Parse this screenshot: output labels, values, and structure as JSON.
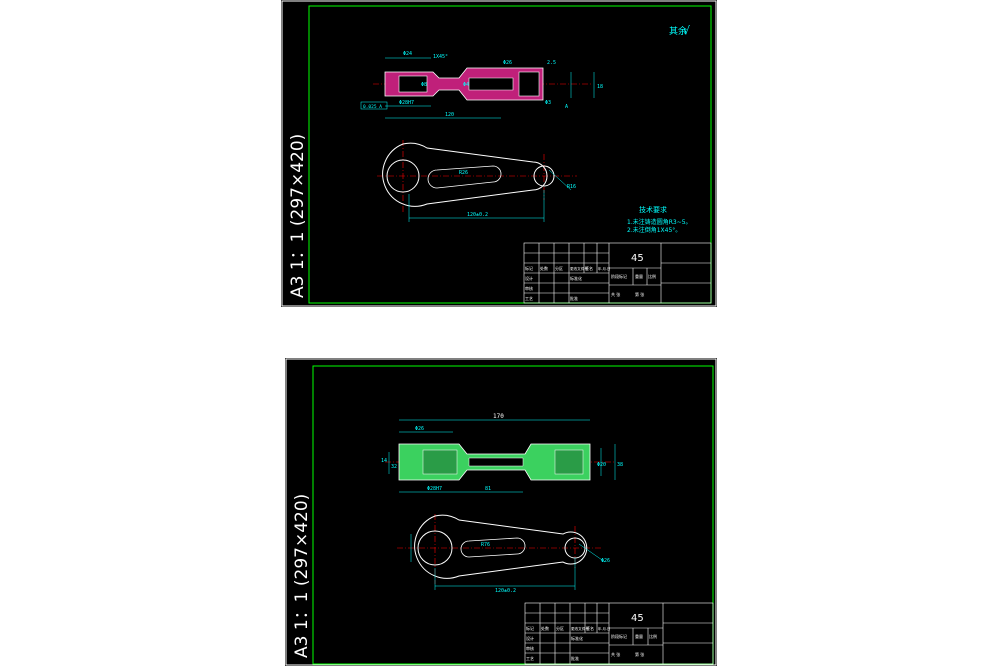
{
  "colors": {
    "background": "#000000",
    "page": "#ffffff",
    "sheet_border": "#ffffff",
    "frame": "#00ff00",
    "dimension": "#00ffff",
    "centerline": "#ff0000",
    "section_hatch_1": "#c0207a",
    "section_hatch_2": "#3bd15f",
    "outline": "#ffffff"
  },
  "sheet1": {
    "side_label": "A3 1：1 (297×420)",
    "material": "45",
    "roughness_mark": "√",
    "tech_notes_title": "技术要求",
    "tech_notes": [
      "1.未注铸造圆角R3~5。",
      "2.未注倒角1X45°。"
    ],
    "top_view_dims": [
      "Φ24",
      "1X45°",
      "Φ26",
      "Φ8",
      "Φ4",
      "2.5",
      "120",
      "0.025 A",
      "Φ28H7",
      "18",
      "A",
      "Φ3"
    ],
    "front_view_dims": [
      "R26",
      "R16",
      "120±0.2"
    ],
    "title_block_cells": [
      "标记",
      "处数",
      "分区",
      "更改文件号",
      "签名",
      "年.月.日",
      "设计",
      "标准化",
      "审核",
      "工艺",
      "批准",
      "阶段标记",
      "重量",
      "比例",
      "共 张",
      "第 张"
    ]
  },
  "sheet2": {
    "side_label": "A3 1：1 (297×420)",
    "material": "45",
    "top_view_dims": [
      "170",
      "Φ26",
      "14",
      "38",
      "Φ28H7",
      "81",
      "Φ20",
      "32"
    ],
    "front_view_dims": [
      "R76",
      "Φ26",
      "120±0.2"
    ],
    "title_block_cells": [
      "标记",
      "处数",
      "分区",
      "更改文件号",
      "签名",
      "年.月.日",
      "设计",
      "标准化",
      "审核",
      "工艺",
      "批准",
      "阶段标记",
      "重量",
      "比例",
      "共 张",
      "第 张"
    ]
  }
}
